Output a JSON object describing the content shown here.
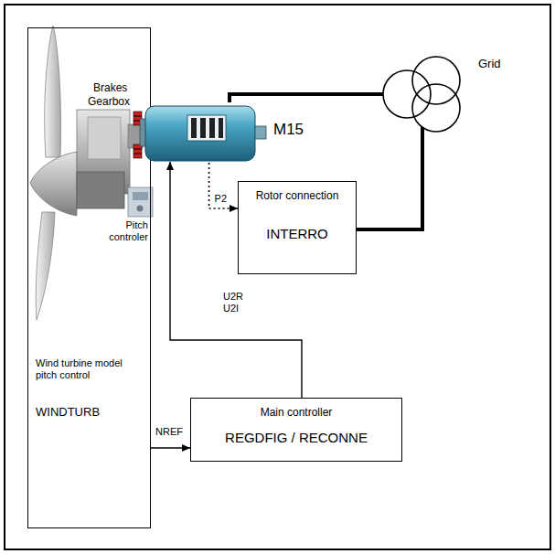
{
  "diagram": {
    "nodes": [
      {
        "text": [
          "Wind turbine model pitch control",
          "WINDTURB"
        ]
      },
      {
        "text": [
          "M15"
        ]
      },
      {
        "text": [
          "Grid"
        ]
      },
      {
        "text": [
          "Rotor connection",
          "INTERRO"
        ]
      },
      {
        "text": [
          "Main controller",
          "REGDFIG / RECONNE"
        ]
      }
    ],
    "edges": [
      {
        "from": 1,
        "to": 2,
        "arrow": "none"
      },
      {
        "from": 1,
        "to": 3,
        "label": "P2",
        "arrow": "to"
      },
      {
        "from": 4,
        "to": 1,
        "label": "U2R U2I",
        "arrow": "to"
      },
      {
        "from": 0,
        "to": 4,
        "label": "NREF",
        "arrow": "to"
      },
      {
        "from": 3,
        "to": 2,
        "arrow": "none"
      }
    ],
    "labels": [
      "Brakes",
      "Gearbox",
      "Pitch controler"
    ]
  }
}
